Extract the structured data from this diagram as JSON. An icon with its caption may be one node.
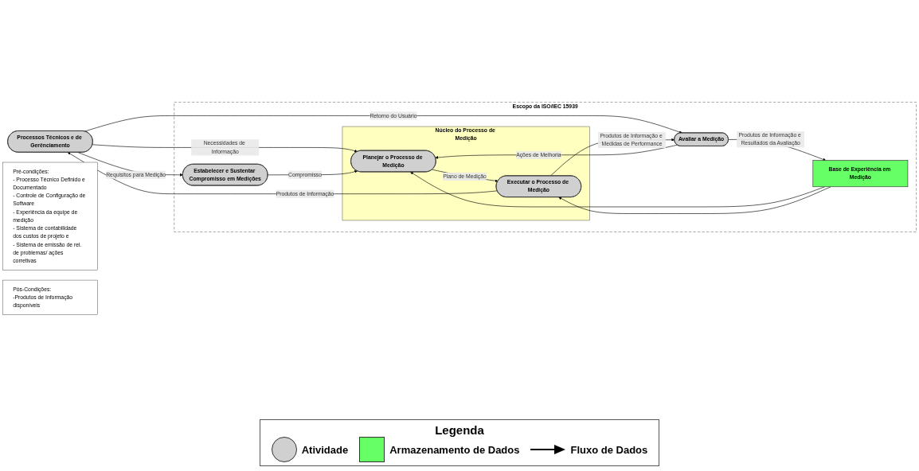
{
  "diagram": {
    "nodes": [
      {
        "text": [
          "Processos Técnicos e de Gerênciamento"
        ]
      },
      {
        "text": [
          "Escopo da ISO/IEC 15939"
        ]
      },
      {
        "text": [
          "Estabelecer e Sustentar Compromisso em Medições"
        ],
        "in": 1
      },
      {
        "text": [
          "Núcleo do Processo de Medição"
        ],
        "in": 1
      },
      {
        "text": [
          "Planejar o Processo de Medição"
        ],
        "in": 3
      },
      {
        "text": [
          "Executar o Processo de Medição"
        ],
        "in": 3
      },
      {
        "text": [
          "Avaliar a Medição"
        ],
        "in": 1
      },
      {
        "text": [
          "Base de Experiência em Medição"
        ],
        "in": 1
      },
      {
        "text": [
          "Pré-condições:",
          "- Processo Técnico Definido e Documentado",
          "- Controle de Configuração de Software",
          "- Experiência da equipe de medição",
          "- Sistema de contabilidade dos custos de projeto e",
          "- Sistema de emissão de rel. de problemas/ ações corretivas"
        ]
      },
      {
        "text": [
          "Pós-Condições:",
          "-Produtos de Informação disponíveis"
        ]
      }
    ],
    "edges": [
      {
        "from": 0,
        "to": 2,
        "arrow": "to",
        "label": "Requisitos para Medição"
      },
      {
        "from": 0,
        "to": 4,
        "arrow": "to",
        "label": "Necessidades de Informação"
      },
      {
        "from": 5,
        "to": 0,
        "arrow": "to",
        "label": "Produtos de Informação"
      },
      {
        "from": 0,
        "to": 6,
        "arrow": "to",
        "label": "Retorno do Usuário"
      },
      {
        "from": 2,
        "to": 4,
        "arrow": "to",
        "label": "Compromisso"
      },
      {
        "from": 4,
        "to": 5,
        "arrow": "to",
        "label": "Plano de Medição"
      },
      {
        "from": 5,
        "to": 6,
        "arrow": "to",
        "label": "Produtos de Informação e Medidas de Performance"
      },
      {
        "from": 7,
        "to": 4,
        "arrow": "to"
      },
      {
        "from": 7,
        "to": 5,
        "arrow": "to"
      },
      {
        "from": 6,
        "to": 7,
        "arrow": "to",
        "label": "Produtos de Informação e Resultados da Avaliação"
      },
      {
        "from": 6,
        "to": 4,
        "arrow": "to",
        "label": "Ações de Melhoria"
      }
    ],
    "labels": [
      "Legenda"
    ],
    "legend": [
      {
        "text": "Atividade"
      },
      {
        "text": "Armazenamento de Dados",
        "color": "#66ff66"
      },
      {
        "text": "Fluxo de Dados"
      }
    ]
  }
}
